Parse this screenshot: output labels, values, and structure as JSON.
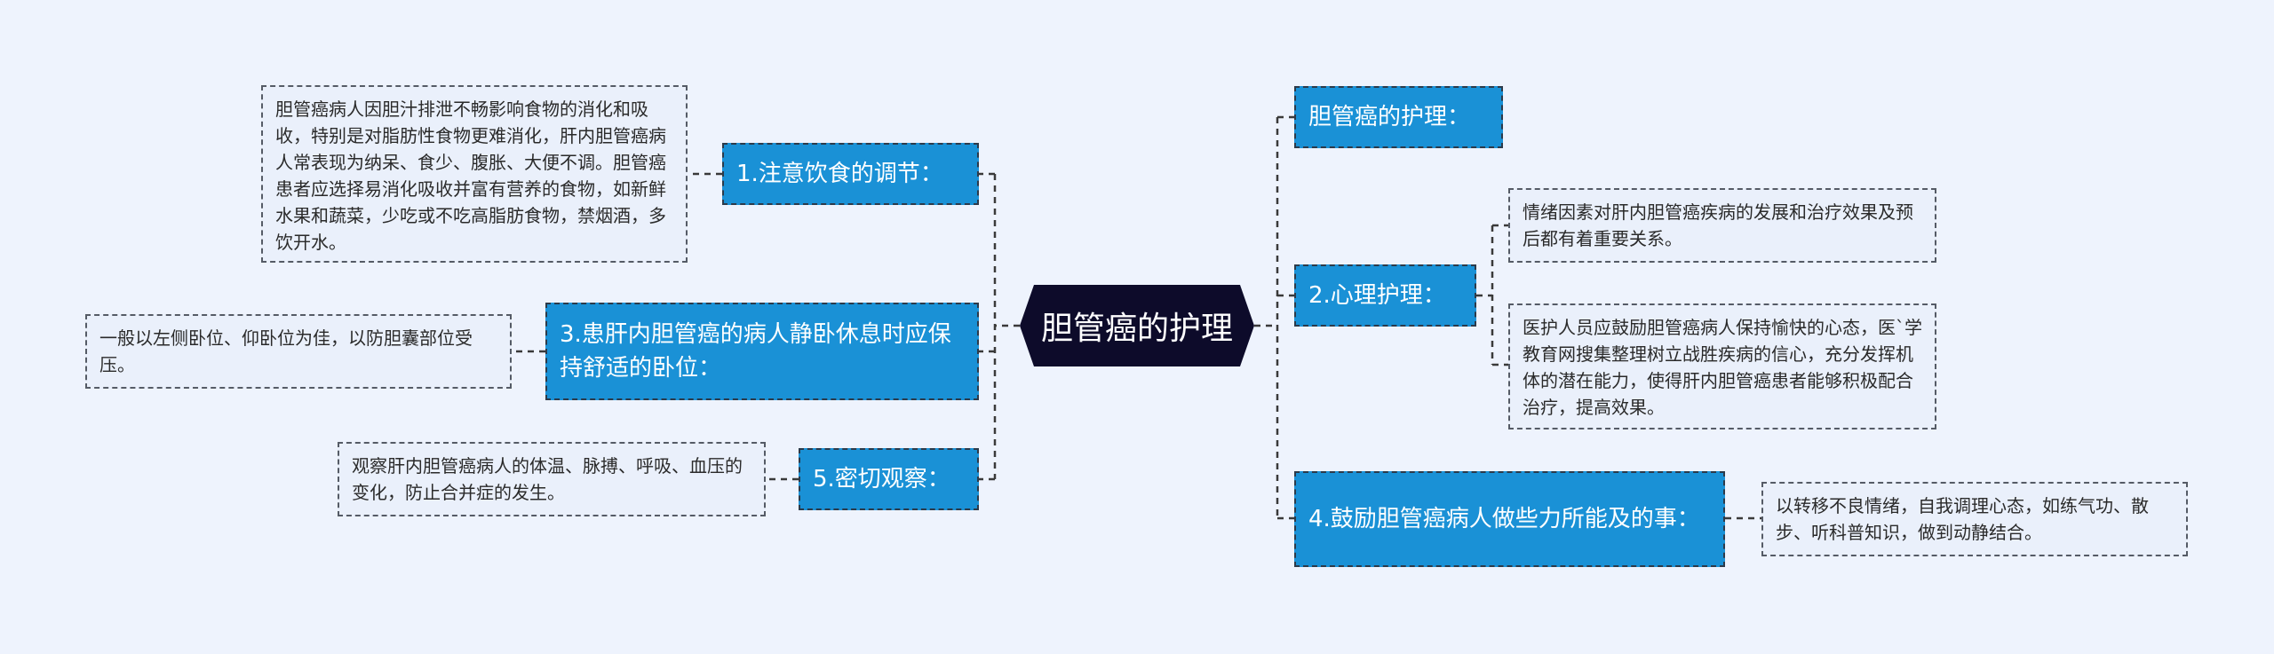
{
  "center": {
    "label": "胆管癌的护理"
  },
  "branches": {
    "diet": {
      "label": "1.注意饮食的调节：",
      "detail": "胆管癌病人因胆汁排泄不畅影响食物的消化和吸收，特别是对脂肪性食物更难消化，肝内胆管癌病人常表现为纳呆、食少、腹胀、大便不调。胆管癌患者应选择易消化吸收并富有营养的食物，如新鲜水果和蔬菜，少吃或不吃高脂肪食物，禁烟酒，多饮开水。"
    },
    "rest": {
      "label": "3.患肝内胆管癌的病人静卧休息时应保持舒适的卧位：",
      "detail": "一般以左侧卧位、仰卧位为佳，以防胆囊部位受压。"
    },
    "observe": {
      "label": "5.密切观察：",
      "detail": "观察肝内胆管癌病人的体温、脉搏、呼吸、血压的变化，防止合并症的发生。"
    },
    "nursing": {
      "label": "胆管癌的护理："
    },
    "psych": {
      "label": "2.心理护理：",
      "details": [
        "情绪因素对肝内胆管癌疾病的发展和治疗效果及预后都有着重要关系。",
        "医护人员应鼓励胆管癌病人保持愉快的心态，医`学教育网搜集整理树立战胜疾病的信心，充分发挥机体的潜在能力，使得肝内胆管癌患者能够积极配合治疗，提高效果。"
      ]
    },
    "encourage": {
      "label": "4.鼓励胆管癌病人做些力所能及的事：",
      "detail": "以转移不良情绪，自我调理心态，如练气功、散步、听科普知识，做到动静结合。"
    }
  }
}
